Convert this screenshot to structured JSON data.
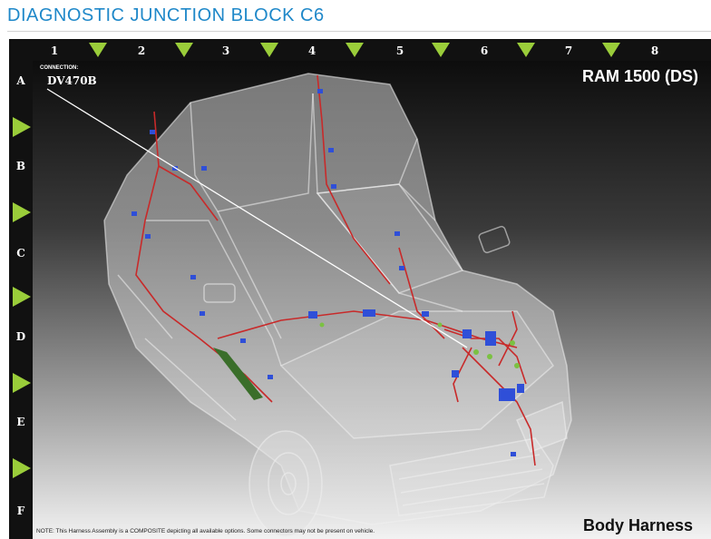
{
  "header": {
    "title": "DIAGNOSTIC JUNCTION BLOCK C6"
  },
  "diagram": {
    "grid_columns": [
      "1",
      "2",
      "3",
      "4",
      "5",
      "6",
      "7",
      "8"
    ],
    "grid_rows": [
      "A",
      "B",
      "C",
      "D",
      "E",
      "F"
    ],
    "connection_caption": "CONNECTION:",
    "connection_id": "DV470B",
    "vehicle": "RAM 1500 (DS)",
    "harness": "Body Harness",
    "note": "NOTE: This Harness Assembly is a COMPOSITE depicting all available options. Some connectors may not be present on vehicle.",
    "colors": {
      "title": "#1f88c9",
      "frame": "#111111",
      "arrow": "#9acd3a",
      "wire": "#c82a2a",
      "connector": "#2f4fd8"
    }
  }
}
